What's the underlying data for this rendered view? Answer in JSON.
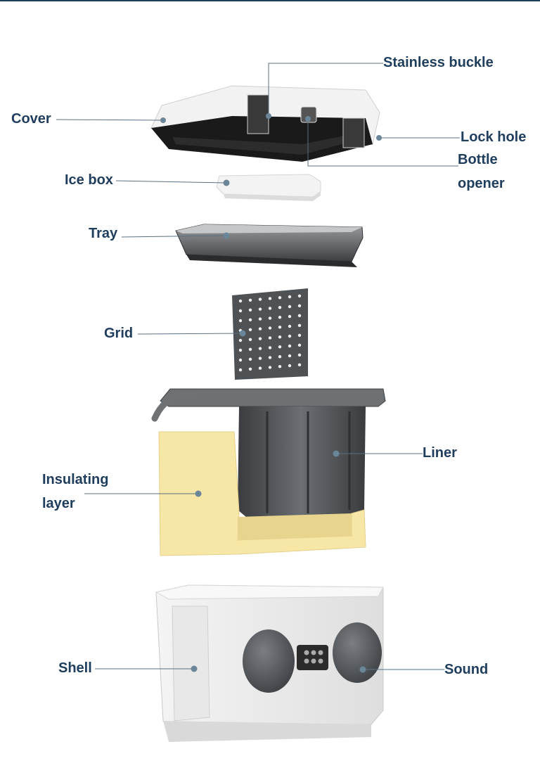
{
  "labels": {
    "stainless_buckle": "Stainless buckle",
    "cover": "Cover",
    "lock_hole": "Lock hole",
    "bottle_opener": "Bottle\nopener",
    "ice_box": "Ice box",
    "tray": "Tray",
    "grid": "Grid",
    "liner": "Liner",
    "insulating_layer": "Insulating\nlayer",
    "shell": "Shell",
    "sound": "Sound"
  },
  "colors": {
    "label_text": "#1f3d5c",
    "leader_line": "#5a6f80",
    "marker_dot": "#6b8599",
    "insulation": "#f7e7a6",
    "liner_dark": "#4a4d51",
    "shell_light": "#ececec",
    "speaker": "#5b5f63"
  }
}
